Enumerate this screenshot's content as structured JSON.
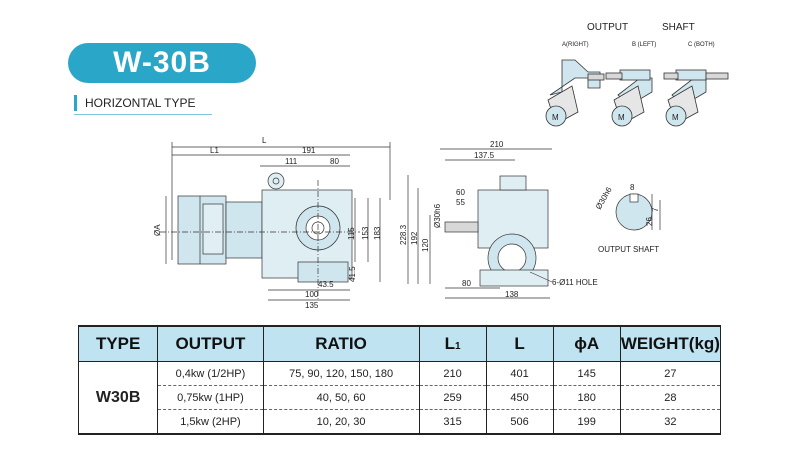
{
  "title": "W-30B",
  "section_header": "HORIZONTAL TYPE",
  "output_shaft": {
    "title_left": "OUTPUT",
    "title_right": "SHAFT",
    "options": [
      "A(RIGHT)",
      "B (LEFT)",
      "C (BOTH)"
    ],
    "motor_letter": "M"
  },
  "drawing_labels": {
    "L": "L",
    "L1": "L1",
    "d191": "191",
    "d111": "111",
    "d80": "80",
    "phiA": "ØA",
    "d115": "115",
    "d153": "153",
    "d183": "183",
    "d415": "41.5",
    "d435": "43.5",
    "d100": "100",
    "d135": "135",
    "d210": "210",
    "d1375": "137.5",
    "d60": "60",
    "d55": "55",
    "d2283": "228.3",
    "d192": "192",
    "d120": "120",
    "d30h6": "Ø30h6",
    "f80": "80",
    "f138": "138",
    "hole": "6-Ø11 HOLE",
    "shaft_dia": "Ø30h6",
    "shaft_8": "8",
    "shaft_26": "26",
    "shaft_7": "7",
    "output_shaft_caption": "OUTPUT SHAFT"
  },
  "table": {
    "headers": [
      "TYPE",
      "OUTPUT",
      "RATIO",
      "L",
      "L",
      "ϕA",
      "WEIGHT(kg)"
    ],
    "header_sub_L1": "1",
    "type_value": "W30B",
    "rows": [
      {
        "output": "0,4kw (1/2HP)",
        "ratio": "75, 90, 120, 150, 180",
        "l1": "210",
        "l": "401",
        "a": "145",
        "weight": "27"
      },
      {
        "output": "0,75kw (1HP)",
        "ratio": "40, 50, 60",
        "l1": "259",
        "l": "450",
        "a": "180",
        "weight": "28"
      },
      {
        "output": "1,5kw (2HP)",
        "ratio": "10, 20, 30",
        "l1": "315",
        "l": "506",
        "a": "199",
        "weight": "32"
      }
    ]
  }
}
